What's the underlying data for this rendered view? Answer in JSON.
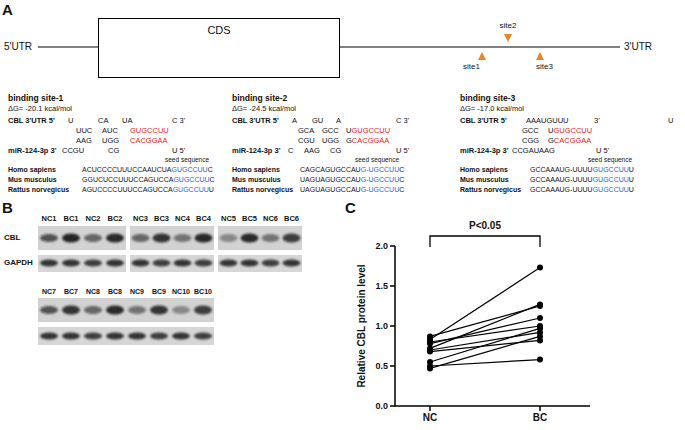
{
  "diagram": {
    "nodes": [
      {
        "text": [
          "CDS"
        ]
      }
    ],
    "labels": [
      "A",
      "5'UTR",
      "3'UTR",
      "site2",
      "site1",
      "site3",
      "binding site-1",
      "ΔG= -20.1 kcal/mol",
      "CBL 3'UTR 5'",
      "U",
      "CA",
      "UA",
      "C 3'",
      "UUC",
      "AUC",
      "GUGCCUU",
      "AAG",
      "UGG",
      "CACGGAA",
      "miR-124-3p 3'",
      "CCGU",
      "CG",
      "U 5'",
      "seed sequence",
      "Homo sapiens",
      "ACUCCCCUUUCCAAUCUA",
      "GUGCCUU",
      "C",
      "Mus musculus",
      "GGUCUCCUUUCCAGUCCA",
      "GUGCCUU",
      "C",
      "Rattus norvegicus",
      "AGUCCCCUUUCCAGUCCA",
      "GUGCCUU",
      "U",
      "binding site-2",
      "ΔG= -24.5 kcal/mol",
      "CBL 3'UTR 5'",
      "A",
      "GU",
      "A",
      "C 3'",
      "GCA",
      "GCC",
      "U",
      "GUGCCUU",
      "CGU",
      "UGG",
      "G",
      "CACGGAA",
      "miR-124-3p 3'",
      "C",
      "AAG",
      "CG",
      "U 5'",
      "seed sequence",
      "Homo sapiens",
      "CAGCAGUGCCAU",
      "G-UGCCUU",
      "C",
      "Mus musculus",
      "UAGUAGUGCCAU",
      "G-UGCCUU",
      "C",
      "Rattus norvegicus",
      "UAGUAGUGCCAU",
      "G-UGCCUU",
      "C",
      "binding site-3",
      "ΔG= -17.0 kcal/mol",
      "CBL 3'UTR 5'",
      "AAAUGUUU",
      "3'",
      "U",
      "GCC",
      "U",
      "GUGCCUU",
      "CGG",
      "G",
      "CACGGAA",
      "miR-124-3p 3'",
      "CCGAUAAG",
      "U 5'",
      "seed sequence",
      "Homo sapiens",
      "GCCAAAUG-UUUU",
      "GUGCCUU",
      "U",
      "Mus musculus",
      "GCCAAAUG-UUUU",
      "GUGCCUU",
      "U",
      "Rattus norvegicus",
      "GCCAAAUG-UUUU",
      "GUGCCUU",
      "U",
      "B",
      "NC1",
      "BC1",
      "NC2",
      "BC2",
      "NC3",
      "BC3",
      "NC4",
      "BC4",
      "NC5",
      "BC5",
      "NC6",
      "BC6",
      "NC7",
      "BC7",
      "NC8",
      "BC8",
      "NC9",
      "BC9",
      "NC10",
      "BC10",
      "CBL",
      "GAPDH",
      "C",
      "P<0.05",
      "2.0",
      "1.5",
      "1.0",
      "0.5",
      "0.0",
      "NC",
      "BC",
      "Relative CBL protein level"
    ]
  }
}
